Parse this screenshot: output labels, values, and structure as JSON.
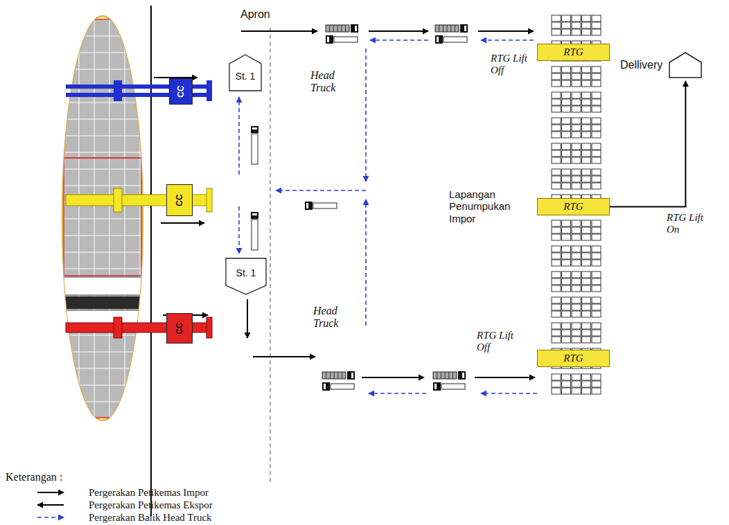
{
  "diagram": {
    "nodes": [
      {
        "text": [
          "CC"
        ]
      },
      {
        "text": [
          "St. 1"
        ]
      },
      {
        "text": [
          "CC"
        ]
      },
      {
        "text": [
          "St. 1"
        ]
      },
      {
        "text": [
          "CC"
        ]
      },
      {
        "text": [
          "RTG"
        ]
      },
      {
        "text": [
          "RTG"
        ]
      },
      {
        "text": [
          "RTG"
        ]
      },
      {
        "text": [
          "Dellivery"
        ]
      }
    ],
    "edges": [
      {
        "from": 6,
        "to": 8,
        "arrow": "to"
      }
    ],
    "labels": [
      "Apron",
      "Head Truck",
      "RTG Lift Off",
      "Lapangan Penumpukan Impor",
      "RTG Lift On",
      "Head Truck",
      "RTG Lift Off",
      "Keterangan :"
    ],
    "legend": [
      {
        "text": "Pergerakan Petikemas Impor"
      },
      {
        "text": "Pergerakan Petikemas Ekspor"
      },
      {
        "text": "Pergerakan Balik Head Truck"
      }
    ]
  }
}
